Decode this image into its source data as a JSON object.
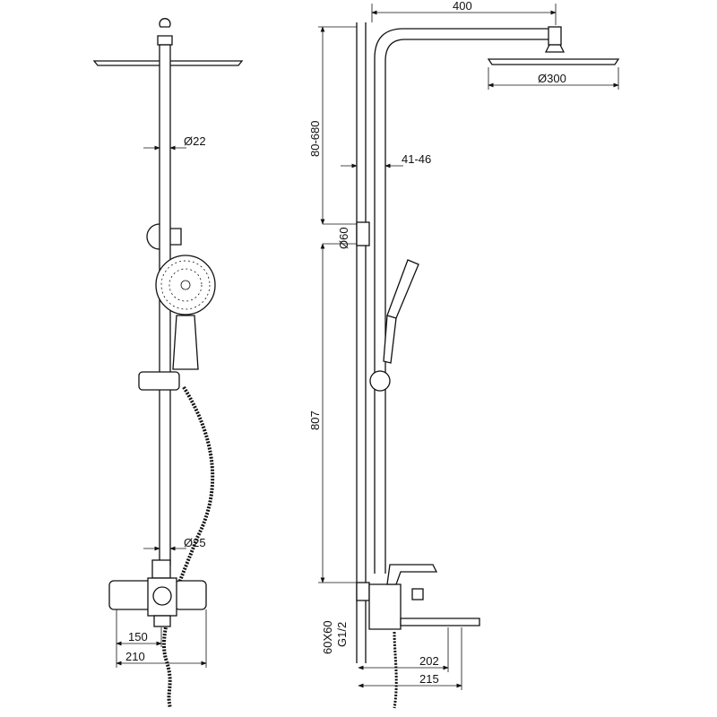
{
  "front_view": {
    "pipe_diameter_upper": "Ø22",
    "pipe_diameter_lower": "Ø25",
    "mixer_width_inner": "150",
    "mixer_width_outer": "210"
  },
  "side_view": {
    "arm_length": "400",
    "head_diameter": "Ø300",
    "height_adjust": "80-680",
    "wall_offset": "41-46",
    "bracket_diameter": "Ø60",
    "rail_length": "807",
    "inlet_size": "60X60",
    "thread": "G1/2",
    "spout_reach_inner": "202",
    "spout_reach_outer": "215"
  },
  "colors": {
    "line": "#111111",
    "background": "#ffffff"
  }
}
